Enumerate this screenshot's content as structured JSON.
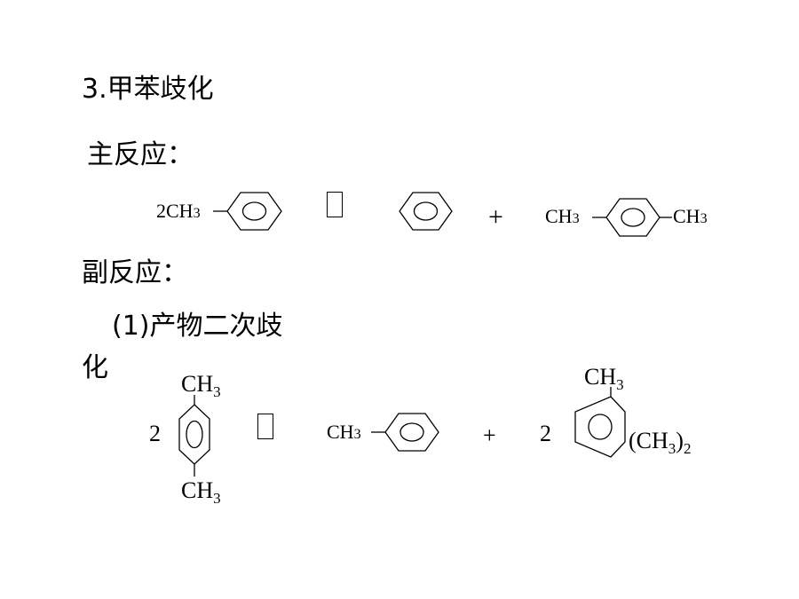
{
  "title": "3.甲苯歧化",
  "main_reaction": {
    "heading": "主反应：",
    "reactant": "2CH",
    "reactant_sub": "3",
    "plus": "+",
    "product_left": "CH",
    "product_left_sub": "3",
    "product_right": "CH",
    "product_right_sub": "3"
  },
  "side_reaction": {
    "heading": "副反应：",
    "item1_line1": "(1)产物二次歧",
    "item1_line2": "化",
    "coef_left": "2",
    "xylene_top": "CH",
    "xylene_top_sub": "3",
    "xylene_bottom": "CH",
    "xylene_bottom_sub": "3",
    "toluene_methyl": "CH",
    "toluene_methyl_sub": "3",
    "plus": "+",
    "coef_right": "2",
    "tri_top": "CH",
    "tri_top_sub": "3",
    "tri_group_open": "(CH",
    "tri_group_sub": "3",
    "tri_group_close": ")",
    "tri_group_count": "2"
  }
}
